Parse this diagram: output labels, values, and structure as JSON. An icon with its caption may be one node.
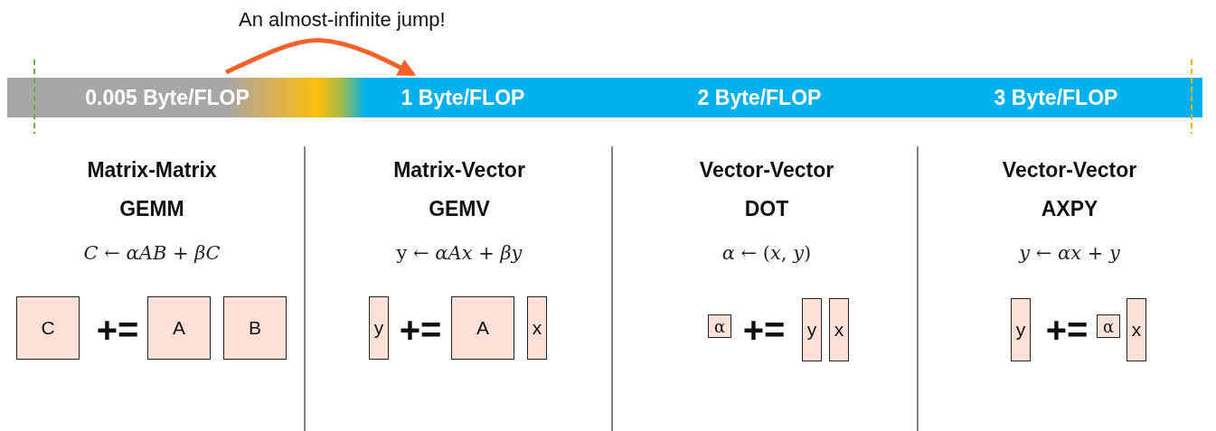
{
  "diagram": {
    "nodes": [
      {
        "text": [],
        "shape": "bar"
      },
      {
        "text": [
          "0.005 Byte/FLOP"
        ],
        "in": 0
      },
      {
        "text": [
          "1 Byte/FLOP"
        ],
        "in": 0
      },
      {
        "text": [
          "2 Byte/FLOP"
        ],
        "in": 0
      },
      {
        "text": [
          "3 Byte/FLOP"
        ],
        "in": 0
      },
      {
        "text": [
          "C"
        ]
      },
      {
        "text": [
          "A"
        ]
      },
      {
        "text": [
          "B"
        ]
      },
      {
        "text": [
          "y"
        ]
      },
      {
        "text": [
          "A"
        ]
      },
      {
        "text": [
          "x"
        ]
      },
      {
        "text": [
          "α"
        ]
      },
      {
        "text": [
          "y"
        ]
      },
      {
        "text": [
          "x"
        ]
      },
      {
        "text": [
          "y"
        ]
      },
      {
        "text": [
          "α"
        ]
      },
      {
        "text": [
          "x"
        ]
      }
    ],
    "edges": [
      {
        "from": 1,
        "to": 2,
        "arrow": "to",
        "label": "An almost-infinite jump!",
        "color": "#f4622a"
      }
    ],
    "labels": [
      "Matrix-Matrix",
      "GEMM",
      "*C* ← *αAB* + *βC*",
      "+=",
      "Matrix-Vector",
      "GEMV",
      "y ← *αAx* + *βy*",
      "+=",
      "Vector-Vector",
      "DOT",
      "*α* ← (*x*, *y*)",
      "+=",
      "Vector-Vector",
      "AXPY",
      "*y* ← *αx* + *y*",
      "+="
    ]
  }
}
